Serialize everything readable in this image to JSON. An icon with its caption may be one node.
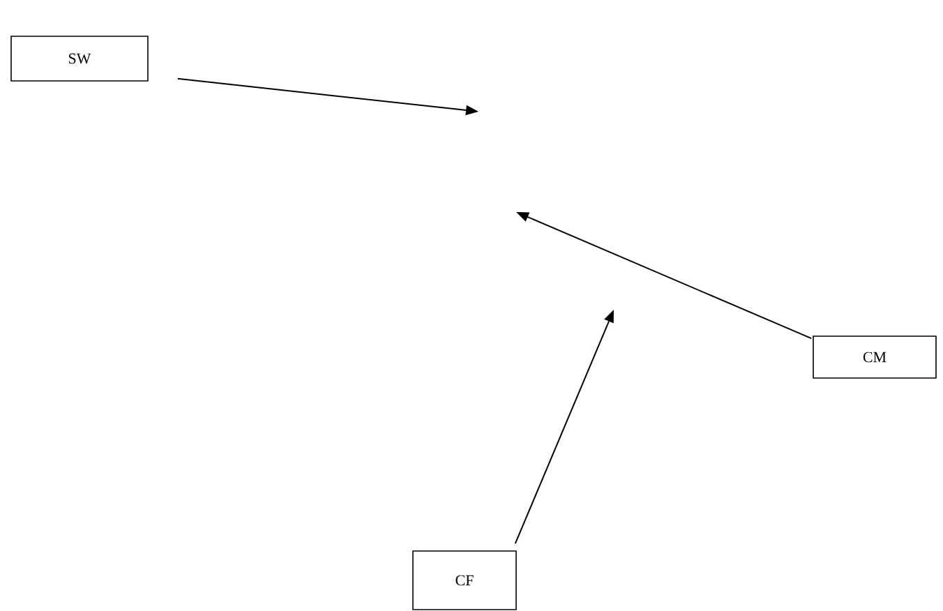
{
  "diagram": {
    "nodes": [
      {
        "text": [
          "SW"
        ]
      },
      {
        "text": [
          "CM"
        ]
      },
      {
        "text": [
          "CF"
        ]
      }
    ],
    "edges": [
      {
        "from": 0,
        "to": null,
        "arrow": "to"
      },
      {
        "from": 1,
        "to": null,
        "arrow": "to"
      },
      {
        "from": 2,
        "to": null,
        "arrow": "to"
      }
    ]
  }
}
